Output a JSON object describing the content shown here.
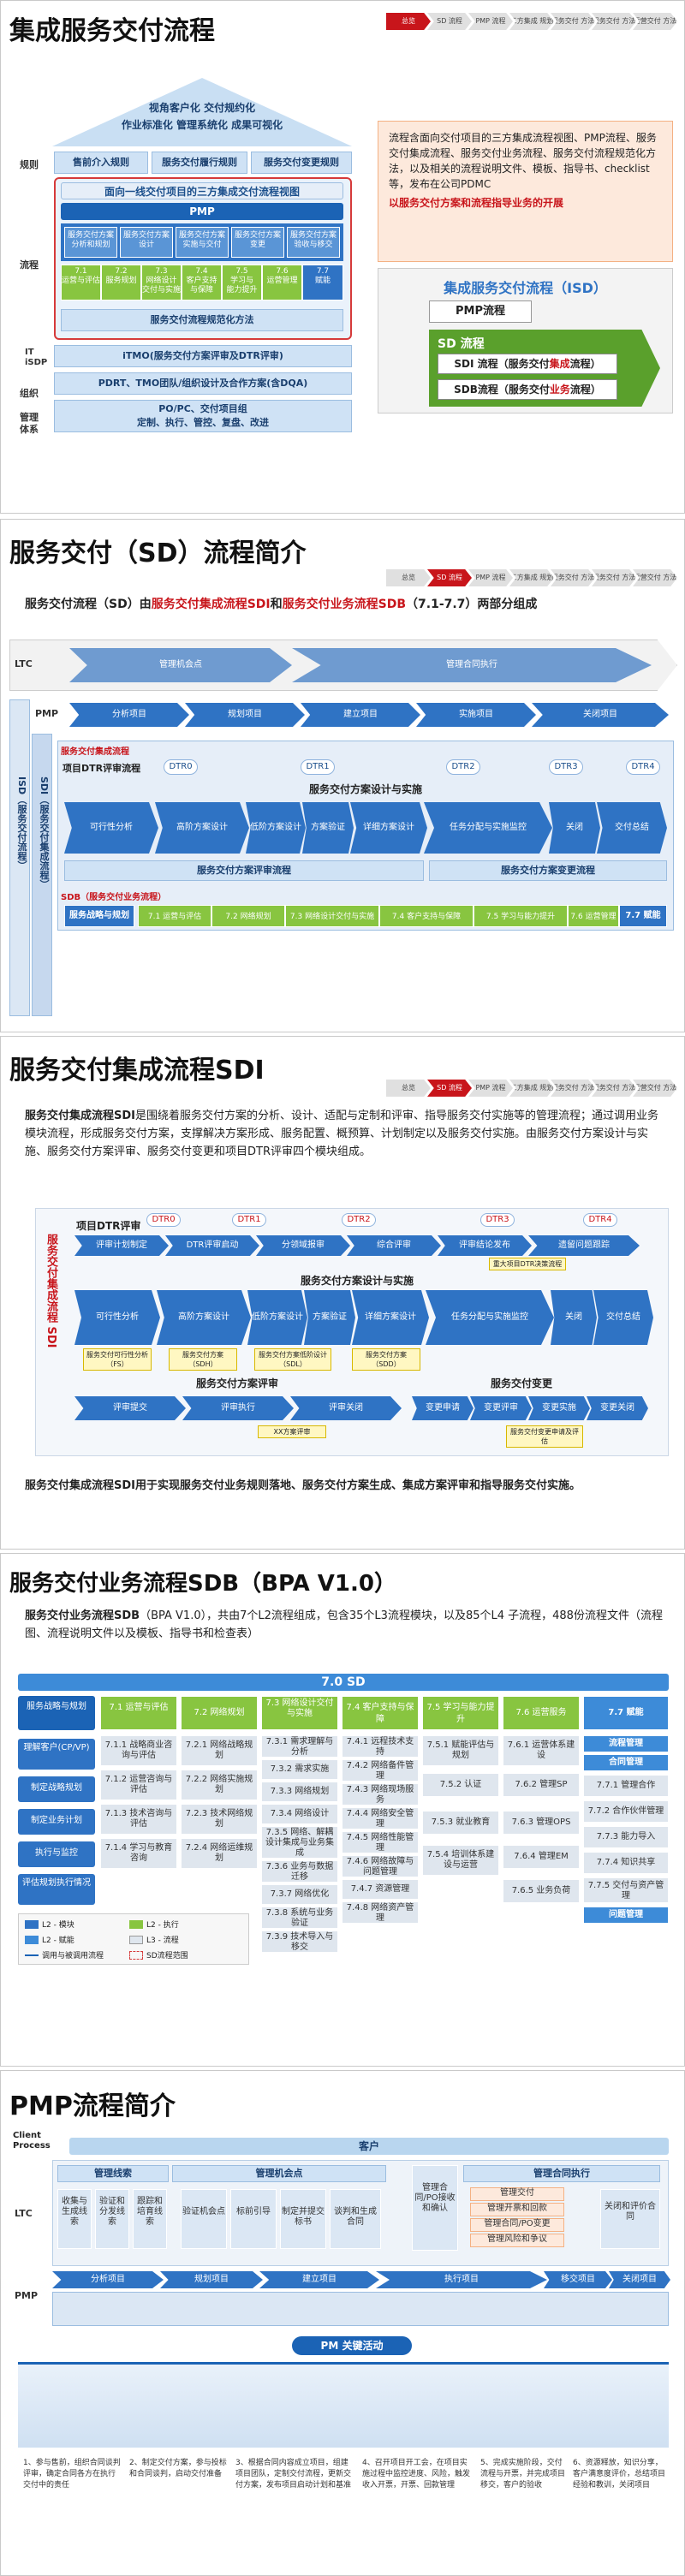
{
  "nav": [
    "总览",
    "SD\n流程",
    "PMP\n流程",
    "三方集成\n规划",
    "服务交付\n方法",
    "服务交付\n方法",
    "运营交付\n方法"
  ],
  "s1": {
    "title": "集成服务交付流程",
    "pyramid_lines": [
      "视角客户化  交付规约化",
      "作业标准化  管理系统化  成果可视化"
    ],
    "row_labels": [
      "规则",
      "流程",
      "IT\niSDP",
      "组织",
      "管理\n体系"
    ],
    "rules": [
      "售前介入规则",
      "服务交付履行规则",
      "服务交付变更规则"
    ],
    "view_title": "面向一线交付项目的三方集成交付流程视图",
    "pmp": "PMP",
    "green_steps": [
      "7.1\n运营与评估",
      "7.2\n服务规划",
      "7.3\n网络设计\n交付与实施",
      "7.4\n客户支持\n与保障",
      "7.5\n学习与\n能力提升",
      "7.6\n运营管理",
      "7.7\n赋能"
    ],
    "sdi_boxes": [
      "服务交付方案\n分析和规划",
      "服务交付方案\n设计",
      "服务交付方案\n实施与交付",
      "服务交付方案\n变更",
      "服务交付方案\n验收与移交"
    ],
    "sd_system": "服务交付流程规范化方法",
    "it_bar": "iTMO(服务交付方案评审及DTR评审)",
    "org_bar": "PDRT、TMO团队/组织设计及合作方案(含DQA)",
    "mgmt_bar": "PO/PC、交付项目组\n定制、执行、管控、复盘、改进",
    "bullets": [
      "流程含面向交付项目的三方集成流程视图、PMP流程、服务交付集成流程、服务交付业务流程、服务交付流程规范化方法，以及相关的流程说明文件、模板、指导书、checklist等，发布在公司PDMC",
      "以服务交付方案和流程指导业务的开展"
    ],
    "isd_title": "集成服务交付流程（ISD）",
    "isd_pmp": "PMP流程",
    "isd_sd": "SD 流程",
    "isd_sdi": "SDI 流程（服务交付",
    "isd_sdi_red": "集成",
    "isd_sdi_end": "流程）",
    "isd_sdb": "SDB流程（服务交付",
    "isd_sdb_red": "业务",
    "isd_sdb_end": "流程）"
  },
  "s2": {
    "title": "服务交付（SD）流程简介",
    "intro_a": "服务交付流程（SD）由",
    "intro_red1": "服务交付集成流程SDI",
    "intro_b": "和",
    "intro_red2": "服务交付业务流程SDB",
    "intro_c": "（7.1-7.7）两部分组成",
    "ltc": "LTC",
    "ltc_items": [
      "管理机会点",
      "管理合同执行"
    ],
    "pmp": "PMP",
    "pmp_phases": [
      "分析项目",
      "规划项目",
      "建立项目",
      "实施项目",
      "关闭项目"
    ],
    "side_isd": "ISD（服务交付流程）",
    "side_sdi": "SDI（服务交付集成流程）",
    "sdi_title": "服务交付集成流程",
    "dtr_label": "项目DTR评审流程",
    "dtrs": [
      "DTR0",
      "DTR1",
      "DTR2",
      "DTR3",
      "DTR4"
    ],
    "design_title": "服务交付方案设计与实施",
    "sdi_steps": [
      "可行性分析",
      "高阶方案设计",
      "低阶方案设计",
      "方案验证",
      "详细方案设计",
      "任务分配与实施监控",
      "关闭",
      "交付总结"
    ],
    "review": "服务交付方案评审流程",
    "change": "服务交付方案变更流程",
    "sdb_label": "SDB（服务交付业务流程）",
    "sdb_steps": [
      "服务战略与规划",
      "7.1 运营与评估",
      "7.2 网络规划",
      "7.3 网络设计交付与实施",
      "7.4 客户支持与保障",
      "7.5 学习与能力提升",
      "7.6 运营管理",
      "7.7 赋能"
    ]
  },
  "s3": {
    "title": "服务交付集成流程SDI",
    "para_bold": "服务交付集成流程SDI",
    "para": "是围绕着服务交付方案的分析、设计、适配与定制和评审、指导服务交付实施等的管理流程；通过调用业务模块流程，形成服务交付方案，支撑解决方案形成、服务配置、概预算、计划制定以及服务交付实施。由服务交付方案设计与实施、服务交付方案评审、服务交付变更和项目DTR评审四个模块组成。",
    "side": "服务交付集成流程 SDI",
    "dtr_title": "项目DTR评审",
    "dtrs": [
      "DTR0",
      "DTR1",
      "DTR2",
      "DTR3",
      "DTR4"
    ],
    "dtr_flow": [
      "评审计划制定",
      "DTR评审启动",
      "分领域报审",
      "综合评审",
      "评审结论发布",
      "遗留问题跟踪"
    ],
    "design_title": "服务交付方案设计与实施",
    "steps": [
      "可行性分析",
      "高阶方案设计",
      "低阶方案设计",
      "方案验证",
      "详细方案设计",
      "任务分配与实施监控",
      "关闭",
      "交付总结"
    ],
    "notes": [
      "服务交付可行性分析（FS）",
      "服务交付方案（SDH）",
      "服务交付方案低阶设计（SDL）",
      "服务交付方案（SDD）"
    ],
    "review_title": "服务交付方案评审",
    "review_flow": [
      "评审提交",
      "评审执行",
      "评审关闭"
    ],
    "change_title": "服务交付变更",
    "change_flow": [
      "变更申请",
      "变更评审",
      "变更实施",
      "变更关闭"
    ],
    "review_note": "XX方案评审",
    "change_note": "服务交付变更申请及评估",
    "dtr_note": "重大项目DTR决策流程",
    "footer": "服务交付集成流程SDI用于实现服务交付业务规则落地、服务交付方案生成、集成方案评审和指导服务交付实施。"
  },
  "s4": {
    "title": "服务交付业务流程SDB（BPA V1.0）",
    "para_bold": "服务交付业务流程SDB",
    "para": "（BPA V1.0），共由7个L2流程组成，包含35个L3流程模块，以及85个L4 子流程，488份流程文件（流程图、流程说明文件以及模板、指导书和检查表）",
    "sd": "7.0 SD",
    "left": [
      "服务战略与规划",
      "理解客户(CP/VP)",
      "制定战略规划",
      "制定业务计划",
      "执行与监控",
      "评估规划执行情况"
    ],
    "heads": [
      "7.1 运营与评估",
      "7.2 网络规划",
      "7.3 网络设计交付与实施",
      "7.4 客户支持与保障",
      "7.5 学习与能力提升",
      "7.6 运营服务",
      "7.7 赋能"
    ],
    "col1": [
      "7.1.1 战略商业咨询与评估",
      "7.1.2 运营咨询与评估",
      "7.1.3 技术咨询与评估",
      "7.1.4 学习与教育咨询"
    ],
    "col2": [
      "7.2.1 网络战略规划",
      "7.2.2 网络实施规划",
      "7.2.3 技术网络规划",
      "7.2.4 网络运维规划"
    ],
    "col3": [
      "7.3.1 需求理解与分析",
      "7.3.2 需求实施",
      "7.3.3 网络规划",
      "7.3.4 网络设计",
      "7.3.5 网络、解耦设计集成与业务集成",
      "7.3.6 业务与数据迁移",
      "7.3.7 网络优化",
      "7.3.8 系统与业务验证",
      "7.3.9 技术导入与移交"
    ],
    "col4": [
      "7.4.1 远程技术支持",
      "7.4.2 网络备件管理",
      "7.4.3 网络现场服务",
      "7.4.4 网络安全管理",
      "7.4.5 网络性能管理",
      "7.4.6 网络故障与问题管理",
      "7.4.7 资源管理",
      "7.4.8 网络资产管理"
    ],
    "col5": [
      "7.5.1 赋能评估与规划",
      "7.5.2 认证",
      "7.5.3 就业教育",
      "7.5.4 培训体系建设与运营"
    ],
    "col6": [
      "7.6.1 运营体系建设",
      "7.6.2 管理SP",
      "7.6.3 管理OPS",
      "7.6.4 管理EM",
      "7.6.5 业务负荷"
    ],
    "col7": [
      "流程管理",
      "合同管理",
      "7.7.1 管理合作",
      "7.7.2 合作伙伴管理",
      "7.7.3 能力导入",
      "7.7.4 知识共享",
      "7.7.5 交付与资产管理",
      "问题管理"
    ],
    "legend": [
      "L2 - 模块",
      "L2 - 执行",
      "L2 - 赋能",
      "L3 - 流程",
      "调用与被调用流程",
      "SD流程范围"
    ]
  },
  "s5": {
    "title": "PMP流程简介",
    "client": "Client Process",
    "customer": "客户",
    "ltc": "LTC",
    "pmp": "PMP",
    "ltc_a": "管理线索",
    "ltc_b": "管理机会点",
    "ltc_c": "管理合同执行",
    "ltc_boxes": [
      "收集与生成线索",
      "验证和分发线索",
      "跟踪和培育线索",
      "验证机会点",
      "标前引导",
      "制定并提交标书",
      "谈判和生成合同",
      "管理合同/PO接收和确认",
      "管理交付",
      "管理开票和回款",
      "管理合同/PO变更",
      "管理风险和争议",
      "关闭和评价合同"
    ],
    "pmp_phases": [
      "分析项目",
      "规划项目",
      "建立项目",
      "执行项目",
      "移交项目",
      "关闭项目"
    ],
    "key_title": "PM 关键活动",
    "key_steps": [
      "1、参与售前，组织合同谈判评审，确定合同各方在执行交付中的责任",
      "2、制定交付方案，参与投标和合同谈判，启动交付准备",
      "3、根据合同内容成立项目，组建项目团队，定制交付流程，更新交付方案，发布项目启动计划和基准",
      "4、召开项目开工会，在项目实施过程中监控进度、风险，触发收入开票，开票、回款管理",
      "5、完成实施阶段，交付流程与开票，并完成项目移交，客户的验收",
      "6、资源释放，知识分享，客户满意度评价，总结项目经验和教训，关闭项目"
    ]
  }
}
